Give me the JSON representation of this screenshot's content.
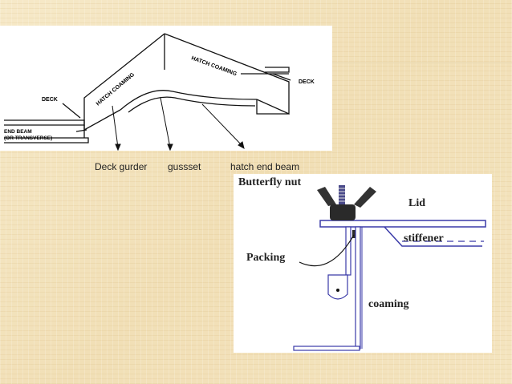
{
  "top_diagram": {
    "labels": {
      "hatch_coaming_top": "HATCH COAMING",
      "hatch_coaming_side": "HATCH COAMING",
      "deck_left": "DECK",
      "deck_right": "DECK",
      "end_beam_line1": "END BEAM",
      "end_beam_line2": "(OR TRANSVERSE)"
    }
  },
  "captions": {
    "deck_gurder": "Deck gurder",
    "gussset": "gussset",
    "hatch_end_beam": "hatch end beam"
  },
  "bottom_diagram": {
    "labels": {
      "butterfly_nut": "Butterfly nut",
      "lid": "Lid",
      "stiffener": "stiffener",
      "packing": "Packing",
      "coaming": "coaming"
    }
  },
  "colors": {
    "background": "#f3e3bf",
    "lid_blue": "#3a3aa8",
    "bolt_dark": "#222222"
  }
}
